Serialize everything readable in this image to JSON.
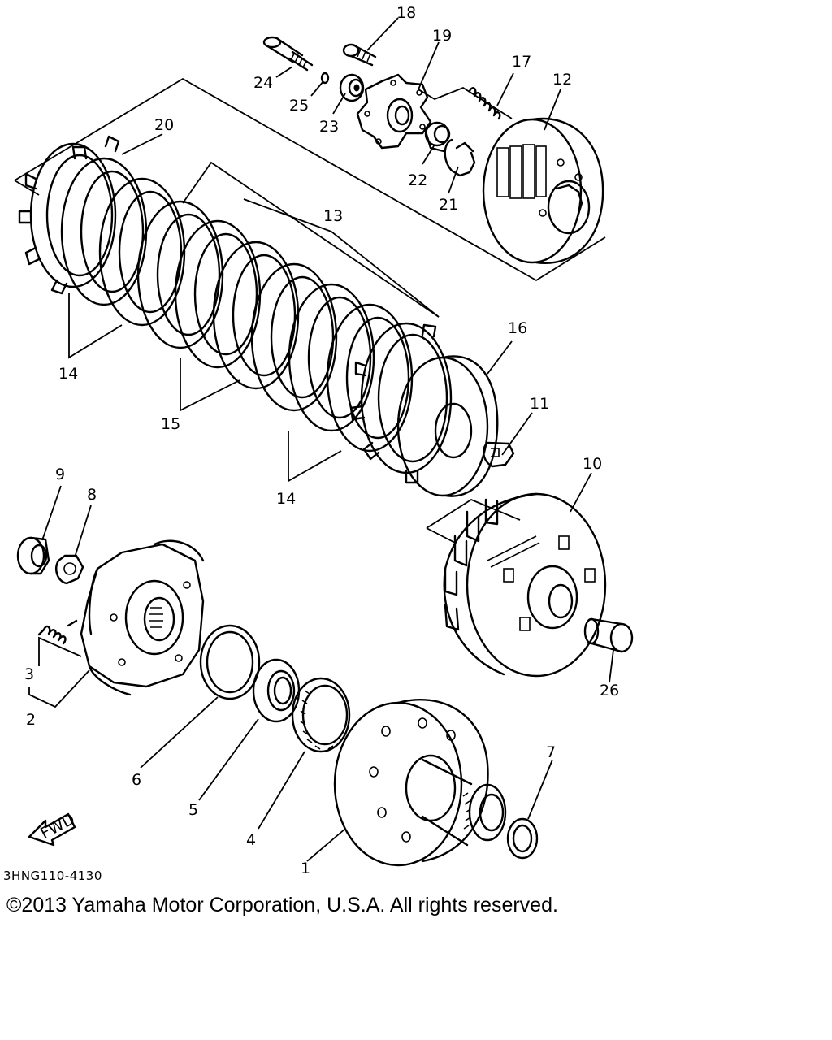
{
  "diagram": {
    "callouts": [
      "1",
      "2",
      "3",
      "4",
      "5",
      "6",
      "7",
      "8",
      "9",
      "10",
      "11",
      "12",
      "13",
      "14",
      "14",
      "15",
      "16",
      "17",
      "18",
      "19",
      "20",
      "21",
      "22",
      "23",
      "24",
      "25",
      "26"
    ],
    "fwd_label": "FWD",
    "drawing_code": "3HNG110-4130"
  },
  "footer": {
    "copyright": "©2013 Yamaha Motor Corporation, U.S.A. All rights reserved."
  }
}
